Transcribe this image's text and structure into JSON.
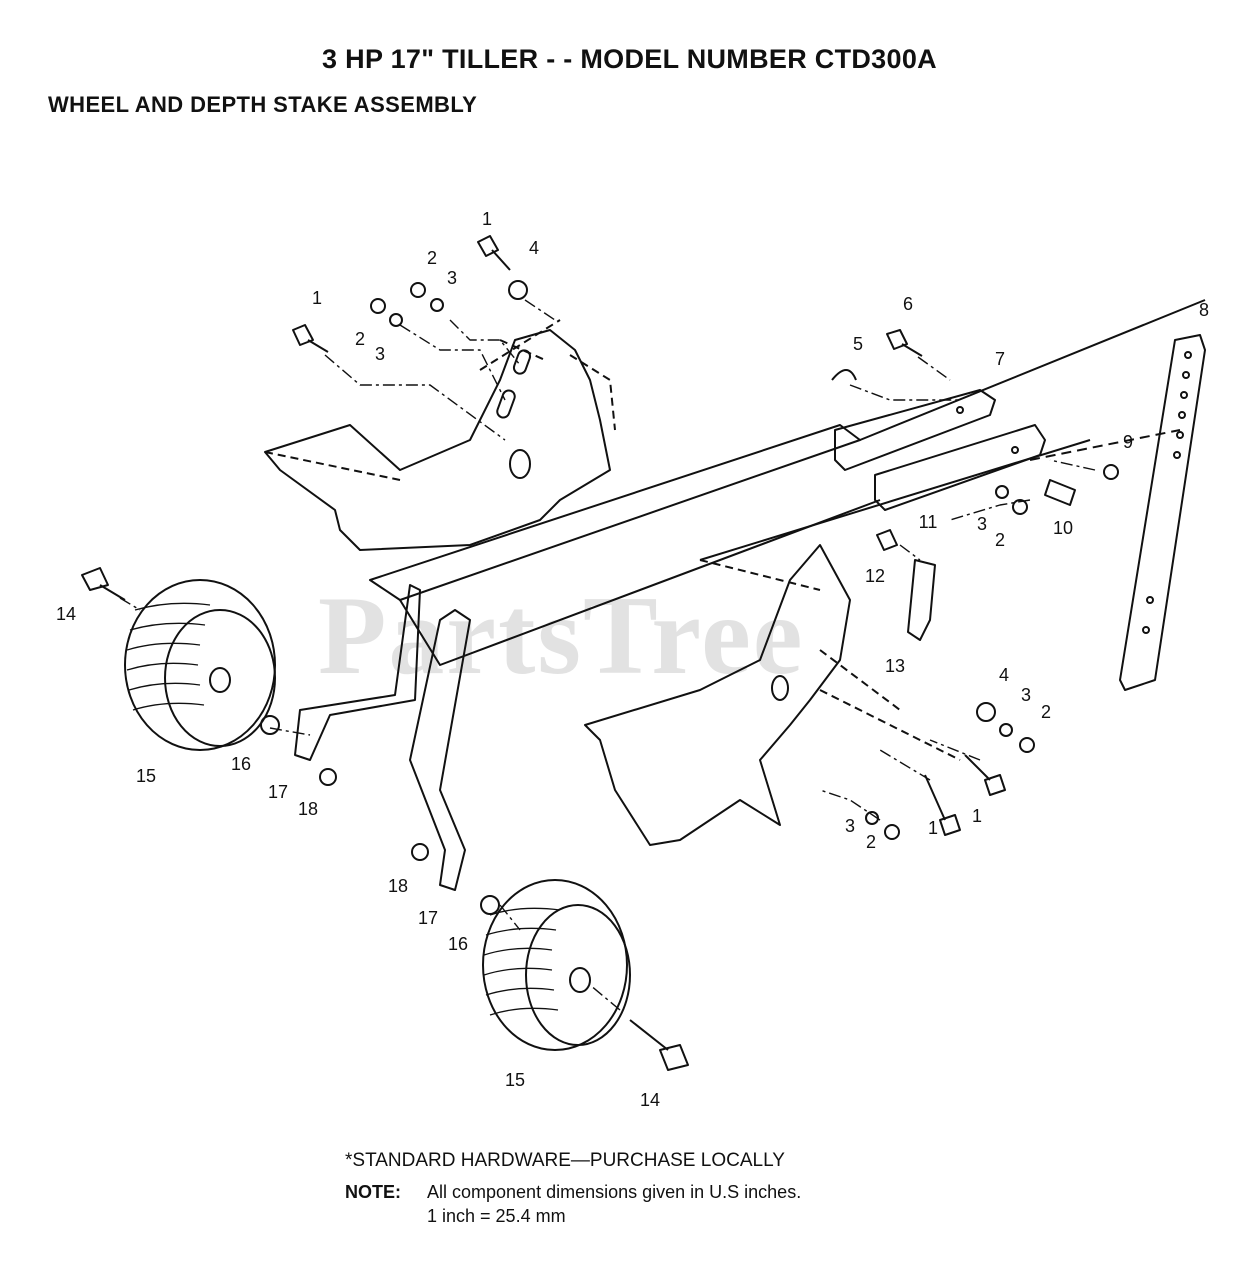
{
  "header": {
    "title": "3 HP 17\" TILLER - - MODEL NUMBER CTD300A",
    "subtitle": "WHEEL AND DEPTH STAKE ASSEMBLY"
  },
  "watermark": "PartsTree",
  "callouts": [
    {
      "id": "c1a",
      "text": "1"
    },
    {
      "id": "c4a",
      "text": "4"
    },
    {
      "id": "c2a",
      "text": "2"
    },
    {
      "id": "c3a",
      "text": "3"
    },
    {
      "id": "c1b",
      "text": "1"
    },
    {
      "id": "c2b",
      "text": "2"
    },
    {
      "id": "c3b",
      "text": "3"
    },
    {
      "id": "c6",
      "text": "6"
    },
    {
      "id": "c5",
      "text": "5"
    },
    {
      "id": "c7",
      "text": "7"
    },
    {
      "id": "c8",
      "text": "8"
    },
    {
      "id": "c9",
      "text": "9"
    },
    {
      "id": "c11",
      "text": "11"
    },
    {
      "id": "c3c",
      "text": "3"
    },
    {
      "id": "c2c",
      "text": "2"
    },
    {
      "id": "c10",
      "text": "10"
    },
    {
      "id": "c12",
      "text": "12"
    },
    {
      "id": "c13",
      "text": "13"
    },
    {
      "id": "c14a",
      "text": "14"
    },
    {
      "id": "c15a",
      "text": "15"
    },
    {
      "id": "c16a",
      "text": "16"
    },
    {
      "id": "c17a",
      "text": "17"
    },
    {
      "id": "c18a",
      "text": "18"
    },
    {
      "id": "c4b",
      "text": "4"
    },
    {
      "id": "c3d",
      "text": "3"
    },
    {
      "id": "c2d",
      "text": "2"
    },
    {
      "id": "c3e",
      "text": "3"
    },
    {
      "id": "c2e",
      "text": "2"
    },
    {
      "id": "c1c",
      "text": "1"
    },
    {
      "id": "c1d",
      "text": "1"
    },
    {
      "id": "c18b",
      "text": "18"
    },
    {
      "id": "c17b",
      "text": "17"
    },
    {
      "id": "c16b",
      "text": "16"
    },
    {
      "id": "c15b",
      "text": "15"
    },
    {
      "id": "c14b",
      "text": "14"
    }
  ],
  "footer": {
    "standard_hardware": "*STANDARD HARDWARE—PURCHASE LOCALLY",
    "note_label": "NOTE:",
    "note_text": "All component dimensions given in U.S inches.",
    "conversion": "1 inch = 25.4 mm"
  }
}
